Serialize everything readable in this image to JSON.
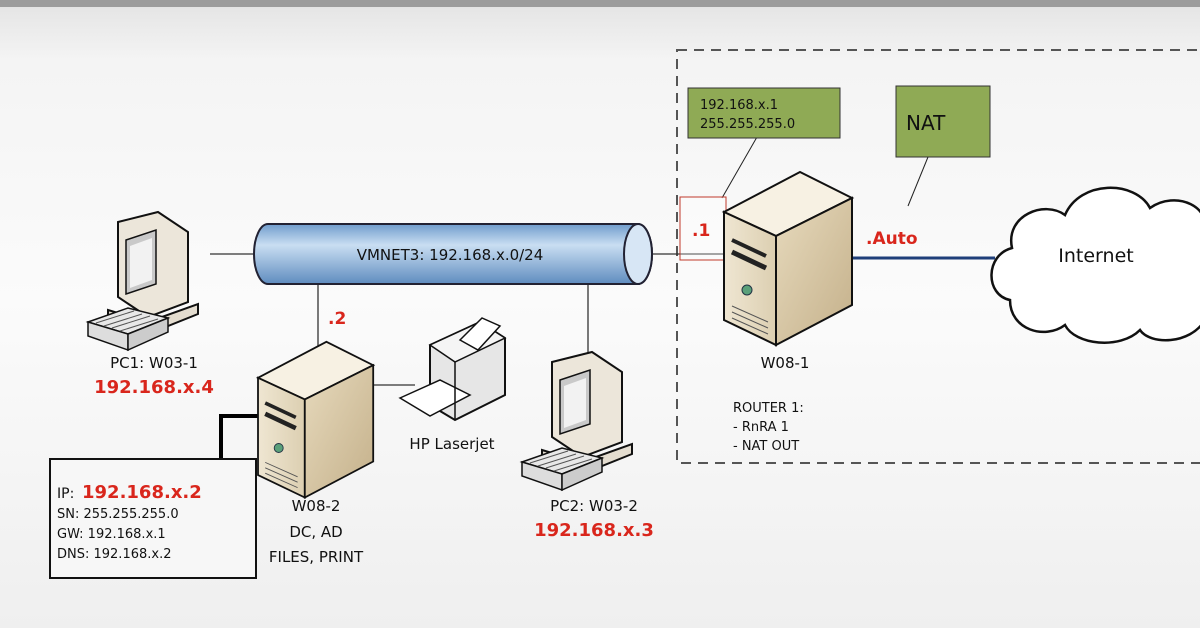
{
  "network": {
    "label": "VMNET3: 192.168.x.0/24"
  },
  "router": {
    "name": "W08-1",
    "port_lan": ".1",
    "port_wan": ".Auto",
    "lan_config": [
      "192.168.x.1",
      "255.255.255.0"
    ],
    "nat_label": "NAT",
    "notes": [
      "ROUTER 1:",
      "- RnRA 1",
      "- NAT OUT"
    ]
  },
  "internet": {
    "label": "Internet"
  },
  "pc1": {
    "name": "PC1: W03-1",
    "ip": "192.168.x.4"
  },
  "pc2": {
    "name": "PC2: W03-2",
    "ip": "192.168.x.3"
  },
  "server": {
    "port": ".2",
    "name": "W08-2",
    "roles": [
      "DC, AD",
      "FILES, PRINT"
    ],
    "config": {
      "ip_label": "IP:",
      "ip": "192.168.x.2",
      "sn": "SN: 255.255.255.0",
      "gw": "GW: 192.168.x.1",
      "dns": "DNS: 192.168.x.2"
    }
  },
  "printer": {
    "name": "HP Laserjet"
  },
  "colors": {
    "accent_red": "#d9261c",
    "green_box": "#8faa55",
    "pipe_blue": "#9cc3e6",
    "wan_line": "#1f3f7a"
  }
}
